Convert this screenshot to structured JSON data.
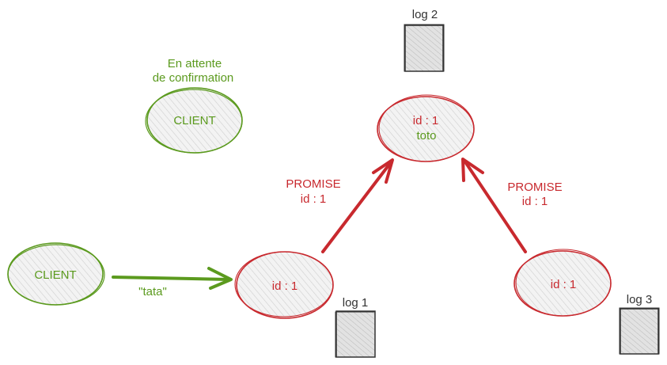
{
  "colors": {
    "green": "#5b9a1e",
    "red": "#c8292e",
    "dark": "#333333",
    "fill": "#e9e9e9"
  },
  "client_top": {
    "status_line1": "En attente",
    "status_line2": "de confirmation",
    "label": "CLIENT"
  },
  "client_left": {
    "label": "CLIENT",
    "message": "\"tata\""
  },
  "node_top": {
    "line1": "id : 1",
    "line2": "toto",
    "log": "log 2"
  },
  "node_left": {
    "line1": "id : 1",
    "log": "log 1"
  },
  "node_right": {
    "line1": "id : 1",
    "log": "log 3"
  },
  "promise_left": {
    "line1": "PROMISE",
    "line2": "id : 1"
  },
  "promise_right": {
    "line1": "PROMISE",
    "line2": "id : 1"
  }
}
